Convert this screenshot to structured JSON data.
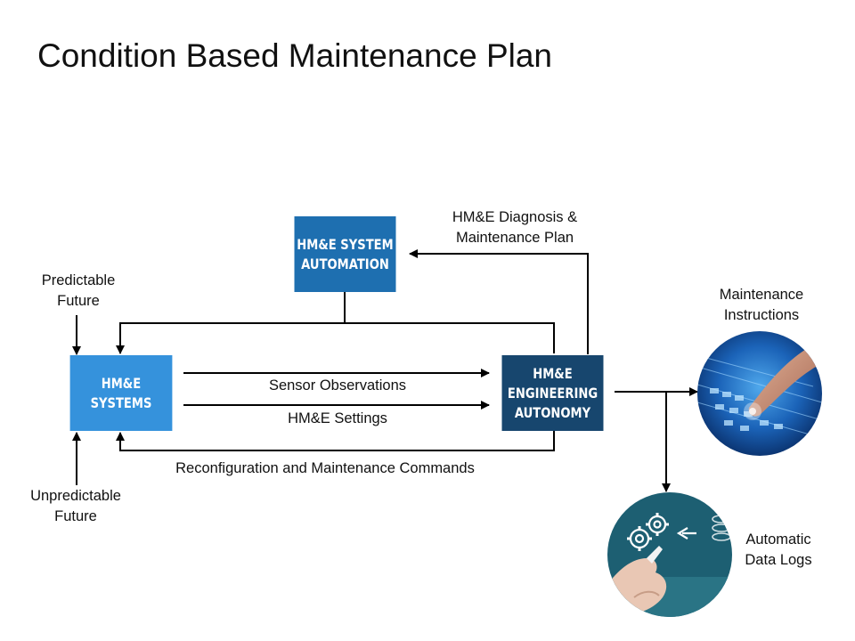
{
  "title": "Condition Based Maintenance Plan",
  "boxes": {
    "automation": {
      "line1": "HM&E SYSTEM",
      "line2": "AUTOMATION",
      "color": "#1e6fb0"
    },
    "systems": {
      "label": "HM&E SYSTEMS",
      "color": "#3592dc"
    },
    "autonomy": {
      "line1": "HM&E",
      "line2": "ENGINEERING",
      "line3": "AUTONOMY",
      "color": "#17466e"
    }
  },
  "labels": {
    "diagnosis_line1": "HM&E Diagnosis &",
    "diagnosis_line2": "Maintenance Plan",
    "predictable_line1": "Predictable",
    "predictable_line2": "Future",
    "unpredictable_line1": "Unpredictable",
    "unpredictable_line2": "Future",
    "sensor": "Sensor Observations",
    "settings": "HM&E Settings",
    "reconfig": "Reconfiguration and Maintenance Commands",
    "instructions_line1": "Maintenance",
    "instructions_line2": "Instructions",
    "datalogs_line1": "Automatic",
    "datalogs_line2": "Data Logs"
  },
  "images": {
    "instructions": "touchscreen-finger-image",
    "datalogs": "hand-drawing-gears-image"
  }
}
